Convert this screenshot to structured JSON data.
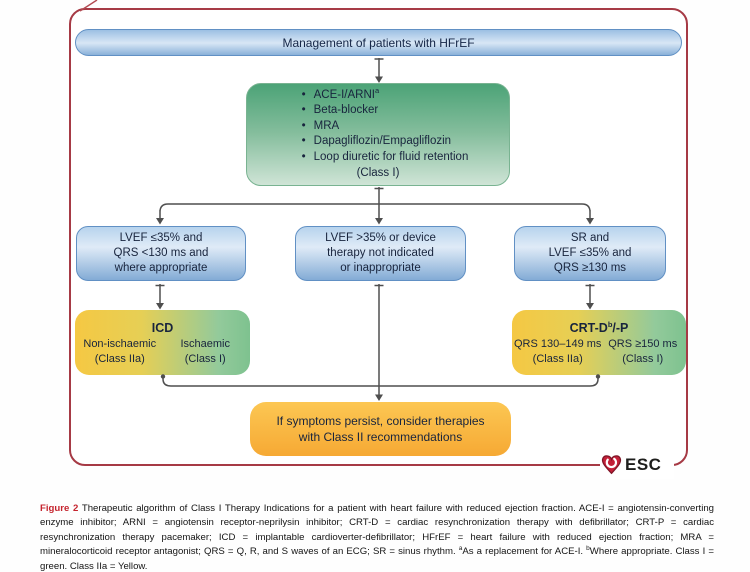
{
  "colors": {
    "esc_border_red": "#a63a45",
    "figure_label_red": "#c5242e",
    "class_i_green": "#7ec28f",
    "class_iia_yellow": "#f5c843",
    "decision_blue": "#9fc3e8",
    "consider_orange": "#f7ab36",
    "connector_gray": "#4f4f4f"
  },
  "flow": {
    "root": {
      "label": "Management of patients with HFrEF"
    },
    "therapy": {
      "bullet": "•",
      "items": [
        {
          "text": "ACE-I/ARNI",
          "sup": "a"
        },
        {
          "text": "Beta-blocker",
          "sup": ""
        },
        {
          "text": "MRA",
          "sup": ""
        },
        {
          "text": "Dapagliflozin/Empagliflozin",
          "sup": ""
        },
        {
          "text": "Loop diuretic for fluid retention",
          "sup": ""
        }
      ],
      "class_label": "(Class I)"
    },
    "criteria": [
      {
        "lines": [
          "LVEF ≤35% and",
          "QRS <130 ms and",
          "where appropriate"
        ]
      },
      {
        "lines": [
          "LVEF >35% or device",
          "therapy not indicated",
          "or inappropriate"
        ]
      },
      {
        "lines": [
          "SR and",
          "LVEF ≤35% and",
          "QRS ≥130 ms"
        ]
      }
    ],
    "icd": {
      "title": "ICD",
      "cells": [
        {
          "line1": "Non-ischaemic",
          "line2": "(Class IIa)"
        },
        {
          "line1": "Ischaemic",
          "line2": "(Class I)"
        }
      ]
    },
    "crt": {
      "title_pre": "CRT-D",
      "title_sup": "b",
      "title_post": "/-P",
      "cells": [
        {
          "line1": "QRS 130–149 ms",
          "line2": "(Class IIa)"
        },
        {
          "line1": "QRS ≥150 ms",
          "line2": "(Class I)"
        }
      ]
    },
    "persist": {
      "lines": [
        "If symptoms persist, consider therapies",
        "with Class II recommendations"
      ]
    }
  },
  "logo": {
    "text": "ESC",
    "icon": "esc-heart-icon"
  },
  "caption": {
    "label": "Figure 2",
    "body": " Therapeutic algorithm of Class I Therapy Indications for a patient with heart failure with reduced ejection fraction. ACE-I = angiotensin-converting enzyme inhibitor; ARNI = angiotensin receptor-neprilysin inhibitor; CRT-D = cardiac resynchronization therapy with defibrillator; CRT-P = cardiac resynchronization therapy pacemaker; ICD = implantable cardioverter-defibrillator; HFrEF = heart failure with reduced ejection fraction; MRA = mineralocorticoid receptor antagonist; QRS = Q, R, and S waves of an ECG; SR = sinus rhythm. ",
    "sup_a": "a",
    "note_a": "As a replacement for ACE-I. ",
    "sup_b": "b",
    "note_b": "Where appropriate. Class I = green. Class IIa = Yellow."
  }
}
